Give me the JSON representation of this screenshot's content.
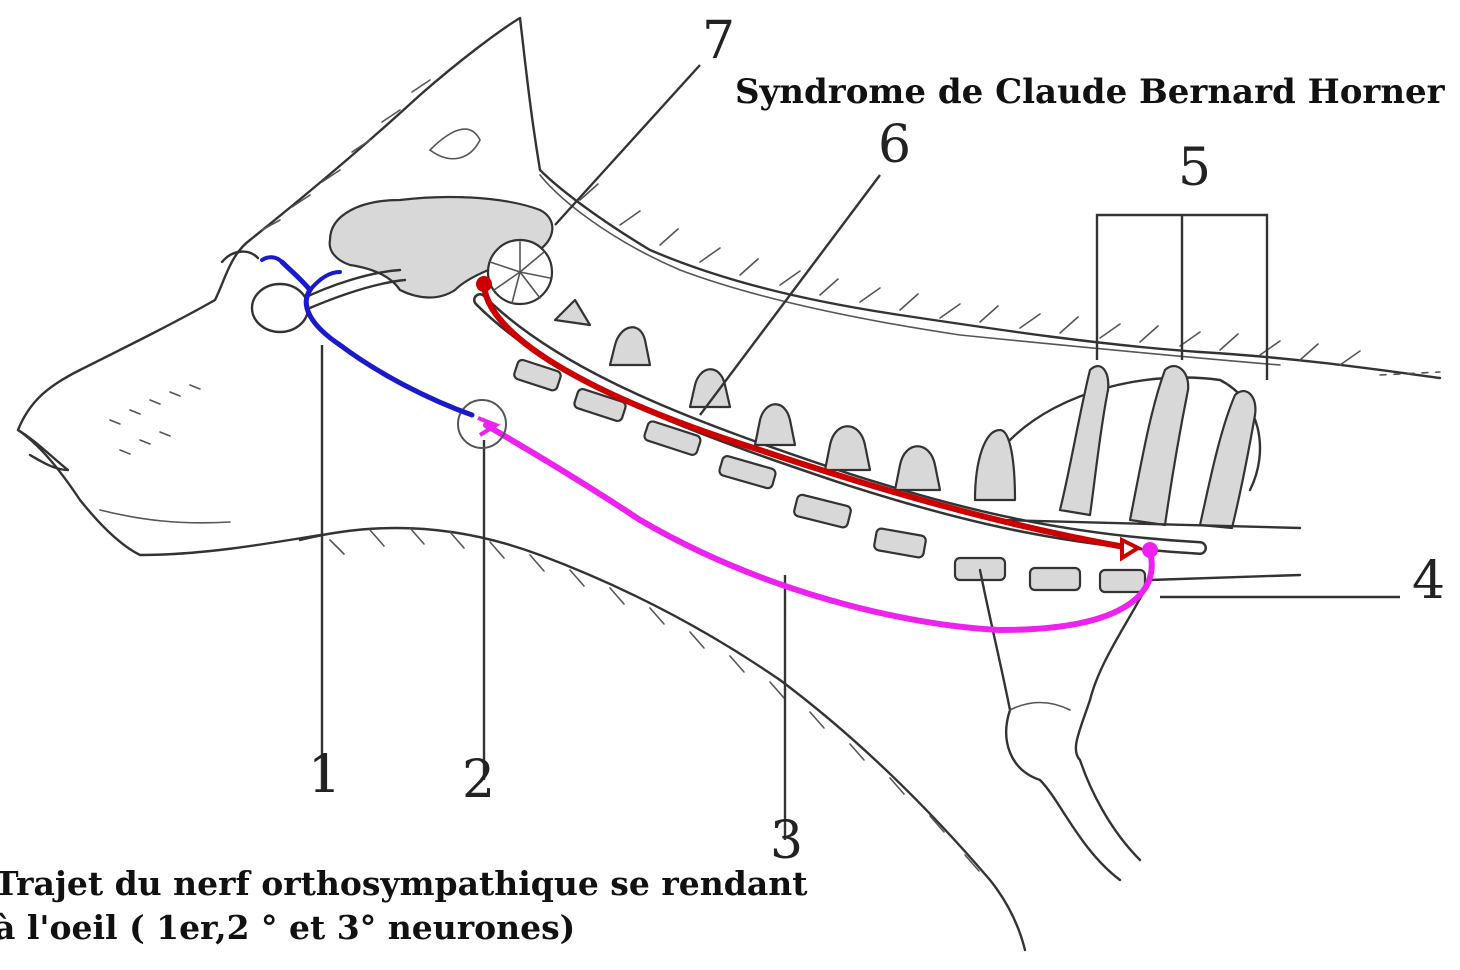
{
  "title": "Syndrome de Claude Bernard Horner",
  "caption": {
    "line1": "Trajet du nerf orthosympathique se rendant",
    "line2": "à l'oeil ( 1er,2 ° et 3° neurones)"
  },
  "labels": {
    "n1": "1",
    "n2": "2",
    "n3": "3",
    "n4": "4",
    "n5": "5",
    "n6": "6",
    "n7": "7"
  },
  "colors": {
    "first_neuron": "#cc0000",
    "second_neuron": "#ee22ee",
    "third_neuron": "#1a1acc",
    "bone_fill": "#d8d8d8",
    "ink": "#333333"
  }
}
